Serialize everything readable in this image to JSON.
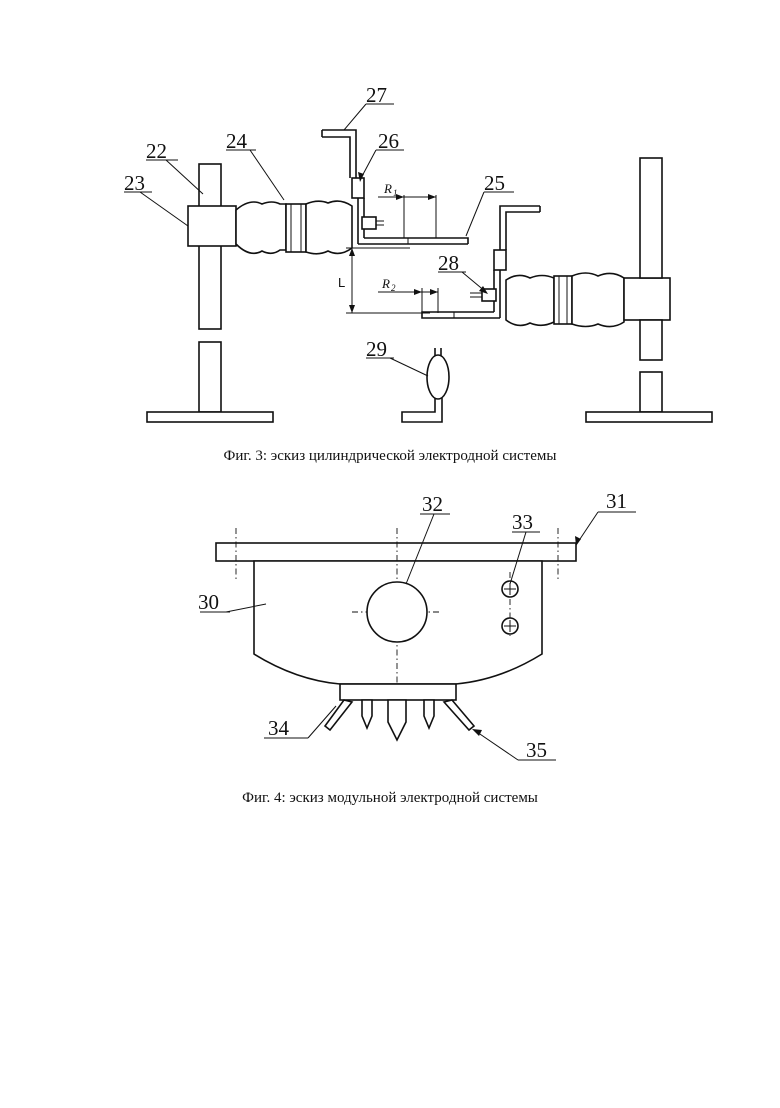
{
  "figure3": {
    "caption": "Фиг. 3: эскиз цилиндрической электродной системы",
    "labels": {
      "n22": "22",
      "n23": "23",
      "n24": "24",
      "n25": "25",
      "n26": "26",
      "n27": "27",
      "n28": "28",
      "n29": "29"
    },
    "dimensions": {
      "r1": "R",
      "r1_sub": "1",
      "r2": "R",
      "r2_sub": "2",
      "gap": "L"
    }
  },
  "figure4": {
    "caption": "Фиг. 4: эскиз модульной электродной системы",
    "labels": {
      "n30": "30",
      "n31": "31",
      "n32": "32",
      "n33": "33",
      "n34": "34",
      "n35": "35"
    }
  }
}
